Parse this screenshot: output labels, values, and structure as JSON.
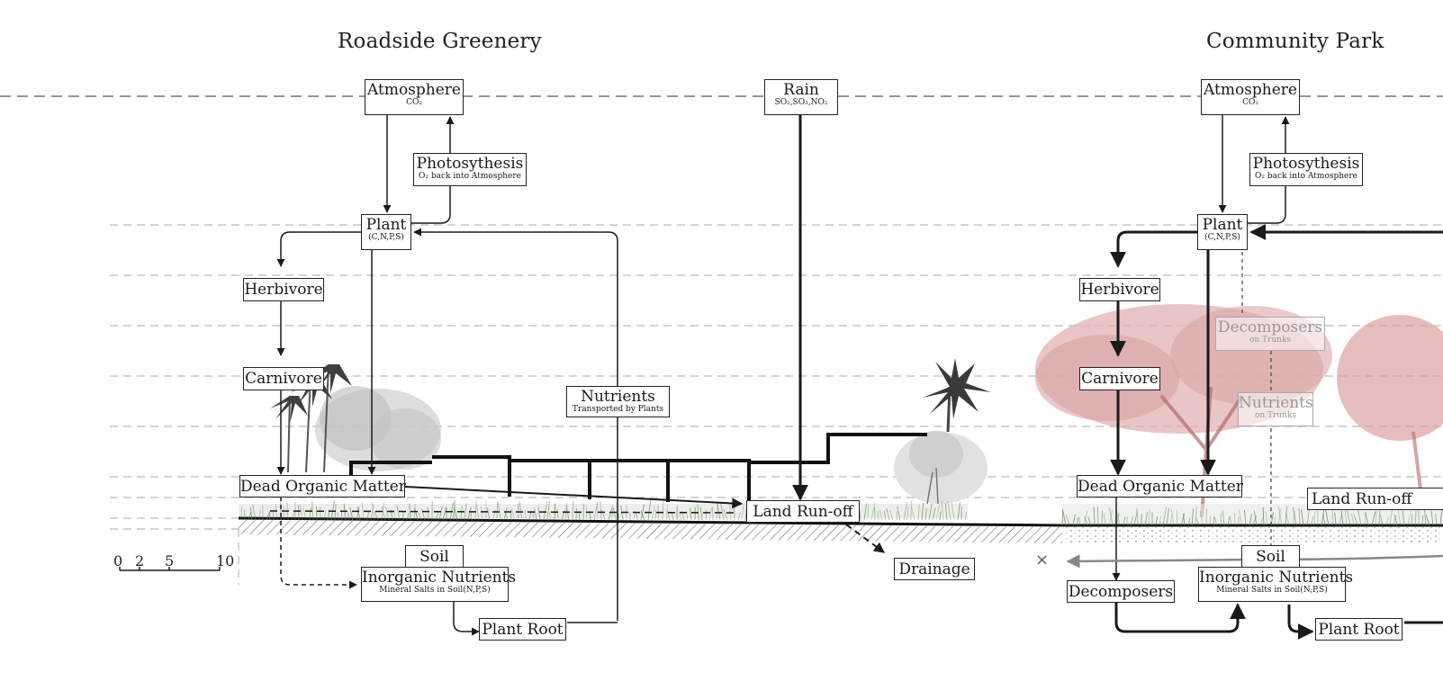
{
  "sections": {
    "left_title": "Roadside Greenery",
    "right_title": "Community Park"
  },
  "left": {
    "atmosphere": {
      "label": "Atmosphere",
      "sub": "CO₂"
    },
    "photosynthesis": {
      "label": "Photosythesis",
      "sub": "O₂ back into Atmosphere"
    },
    "plant": {
      "label": "Plant",
      "sub": "(C,N,P,S)"
    },
    "herbivore": {
      "label": "Herbivore"
    },
    "carnivore": {
      "label": "Carnivore"
    },
    "dead_organic_matter": {
      "label": "Dead Organic Matter"
    },
    "nutrients": {
      "label": "Nutrients",
      "sub": "Transported by Plants"
    },
    "soil": {
      "label": "Soil"
    },
    "inorganic_nutrients": {
      "label": "Inorganic Nutrients",
      "sub": "Mineral Salts in Soil(N,P,S)"
    },
    "plant_root": {
      "label": "Plant Root"
    }
  },
  "center": {
    "rain": {
      "label": "Rain",
      "sub": "SO₂,SO₃,NO₂"
    },
    "land_runoff": {
      "label": "Land Run-off"
    },
    "drainage": {
      "label": "Drainage"
    }
  },
  "right": {
    "atmosphere": {
      "label": "Atmosphere",
      "sub": "CO₂"
    },
    "photosynthesis": {
      "label": "Photosythesis",
      "sub": "O₂ back into Atmosphere"
    },
    "plant": {
      "label": "Plant",
      "sub": "(C,N,P,S)"
    },
    "herbivore": {
      "label": "Herbivore"
    },
    "decomposers_trunks": {
      "label": "Decomposers",
      "sub": "on Trunks"
    },
    "carnivore": {
      "label": "Carnivore"
    },
    "nutrients_trunks": {
      "label": "Nutrients",
      "sub": "on Trunks"
    },
    "dead_organic_matter": {
      "label": "Dead Organic Matter"
    },
    "land_runoff": {
      "label": "Land Run-off"
    },
    "soil": {
      "label": "Soil"
    },
    "inorganic_nutrients": {
      "label": "Inorganic Nutrients",
      "sub": "Mineral Salts in Soil(N,P,S)"
    },
    "decomposers": {
      "label": "Decomposers"
    },
    "plant_root": {
      "label": "Plant Root"
    }
  },
  "scale_bar": {
    "ticks": [
      "0",
      "2",
      "5",
      "10"
    ]
  },
  "x_mark": "×",
  "colors": {
    "line": "#1a1a1a",
    "guide": "#999999",
    "tree_pink": "#d99a9a",
    "tree_grey": "#c8c8c8",
    "grass": "#6f8a6a"
  }
}
